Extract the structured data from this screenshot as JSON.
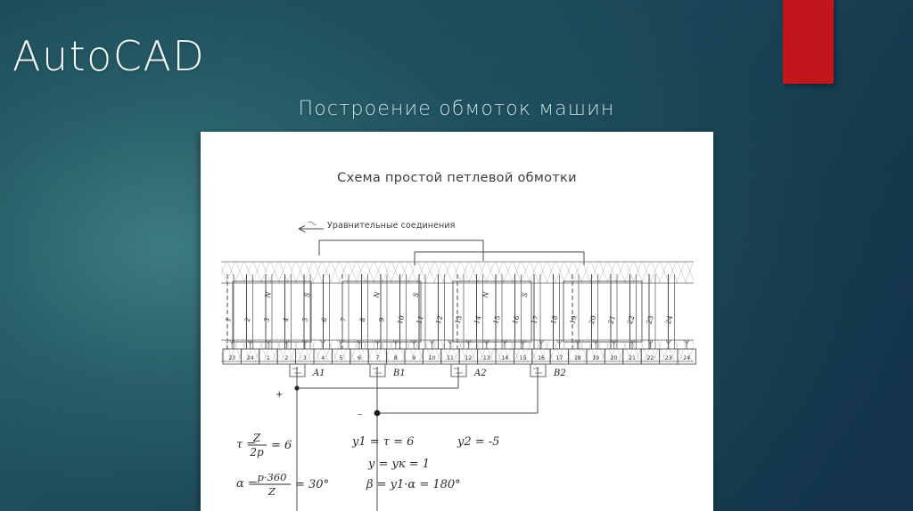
{
  "deck": {
    "title": "AutoCAD",
    "subtitle": "Построение обмоток машин",
    "accent_color": "#c3161c",
    "background_colors": [
      "#2f6b70",
      "#1d4e5c",
      "#12304a"
    ]
  },
  "figure": {
    "title": "Схема простой петлевой обмотки",
    "equalizer_label": "Уравнительные соединения",
    "equalizer_arrow_icon": "left-arrow-icon",
    "slot_numbers": [
      "1",
      "2",
      "3",
      "4",
      "5",
      "6",
      "7",
      "8",
      "9",
      "10",
      "11",
      "12",
      "13",
      "14",
      "15",
      "16",
      "17",
      "18",
      "19",
      "20",
      "21",
      "22",
      "23",
      "24"
    ],
    "coil_marks": [
      "N",
      "S",
      "N",
      "S",
      "N",
      "S"
    ],
    "commutator_numbers": [
      "23",
      "24",
      "1",
      "2",
      "3",
      "4",
      "5",
      "6",
      "7",
      "8",
      "9",
      "10",
      "11",
      "12",
      "13",
      "14",
      "15",
      "16",
      "17",
      "18",
      "19",
      "20",
      "21",
      "22",
      "23",
      "24"
    ],
    "brushes": [
      {
        "label": "A1",
        "polarity": "+"
      },
      {
        "label": "B1",
        "polarity": "-"
      },
      {
        "label": "A2",
        "polarity": "+"
      },
      {
        "label": "B2",
        "polarity": "-"
      }
    ],
    "terminal_plus": "+",
    "terminal_minus": "–",
    "formulas": [
      {
        "id": "tau",
        "lhs": "τ =",
        "num": "Z",
        "den": "2p",
        "rhs": "= 6"
      },
      {
        "id": "y1",
        "text": "y1 = τ = 6"
      },
      {
        "id": "y2",
        "text": "y2 = -5"
      },
      {
        "id": "yk",
        "text": "y = yк = 1"
      },
      {
        "id": "alpha",
        "lhs": "α =",
        "num": "p·360",
        "den": "Z",
        "rhs": "= 30°"
      },
      {
        "id": "beta",
        "text": "β = y1·α = 180°"
      }
    ]
  }
}
